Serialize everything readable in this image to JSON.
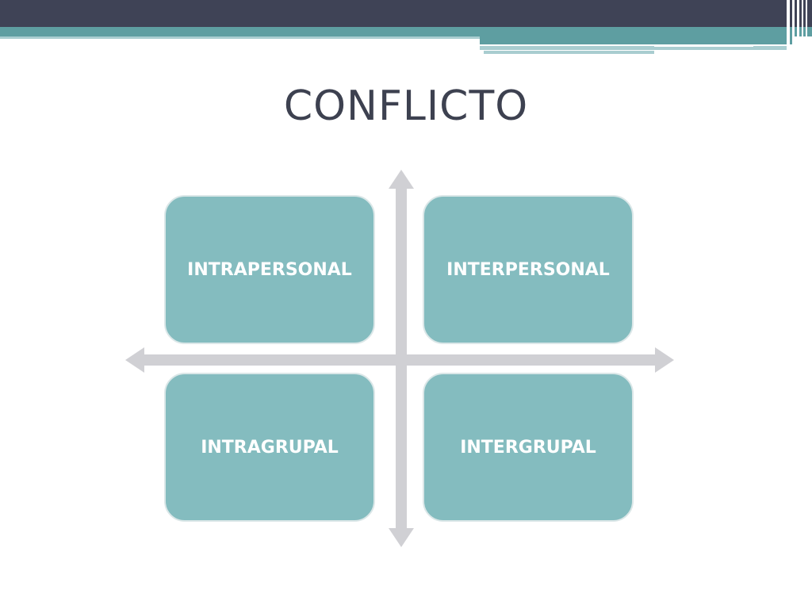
{
  "title": "CONFLICTO",
  "quadrants": [
    {
      "label": "INTRAPERSONAL"
    },
    {
      "label": "INTERPERSONAL"
    },
    {
      "label": "INTRAGRUPAL"
    },
    {
      "label": "INTERGRUPAL"
    }
  ],
  "colors": {
    "header_dark": "#3f4356",
    "header_teal": "#5e9ea1",
    "box_fill": "#84bcbf",
    "arrow": "#d0d0d4",
    "title_text": "#3d4150"
  }
}
